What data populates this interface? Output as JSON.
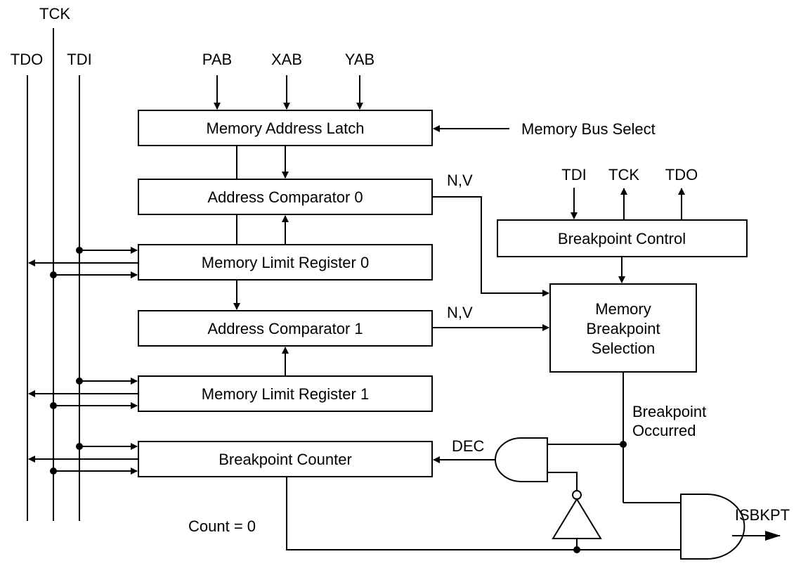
{
  "signals": {
    "tck": "TCK",
    "tdo": "TDO",
    "tdi": "TDI",
    "pab": "PAB",
    "xab": "XAB",
    "yab": "YAB",
    "memory_bus_select": "Memory Bus Select",
    "nv_0": "N,V",
    "nv_1": "N,V",
    "ctrl_tdi": "TDI",
    "ctrl_tck": "TCK",
    "ctrl_tdo": "TDO",
    "breakpoint_occurred_line1": "Breakpoint",
    "breakpoint_occurred_line2": "Occurred",
    "dec": "DEC",
    "count_zero": "Count = 0",
    "isbkpt": "ISBKPT"
  },
  "blocks": {
    "memory_address_latch": "Memory Address Latch",
    "address_comparator_0": "Address Comparator 0",
    "memory_limit_register_0": "Memory Limit Register 0",
    "address_comparator_1": "Address Comparator 1",
    "memory_limit_register_1": "Memory Limit Register 1",
    "breakpoint_counter": "Breakpoint Counter",
    "breakpoint_control": "Breakpoint Control",
    "memory_breakpoint_selection_line1": "Memory",
    "memory_breakpoint_selection_line2": "Breakpoint",
    "memory_breakpoint_selection_line3": "Selection"
  }
}
